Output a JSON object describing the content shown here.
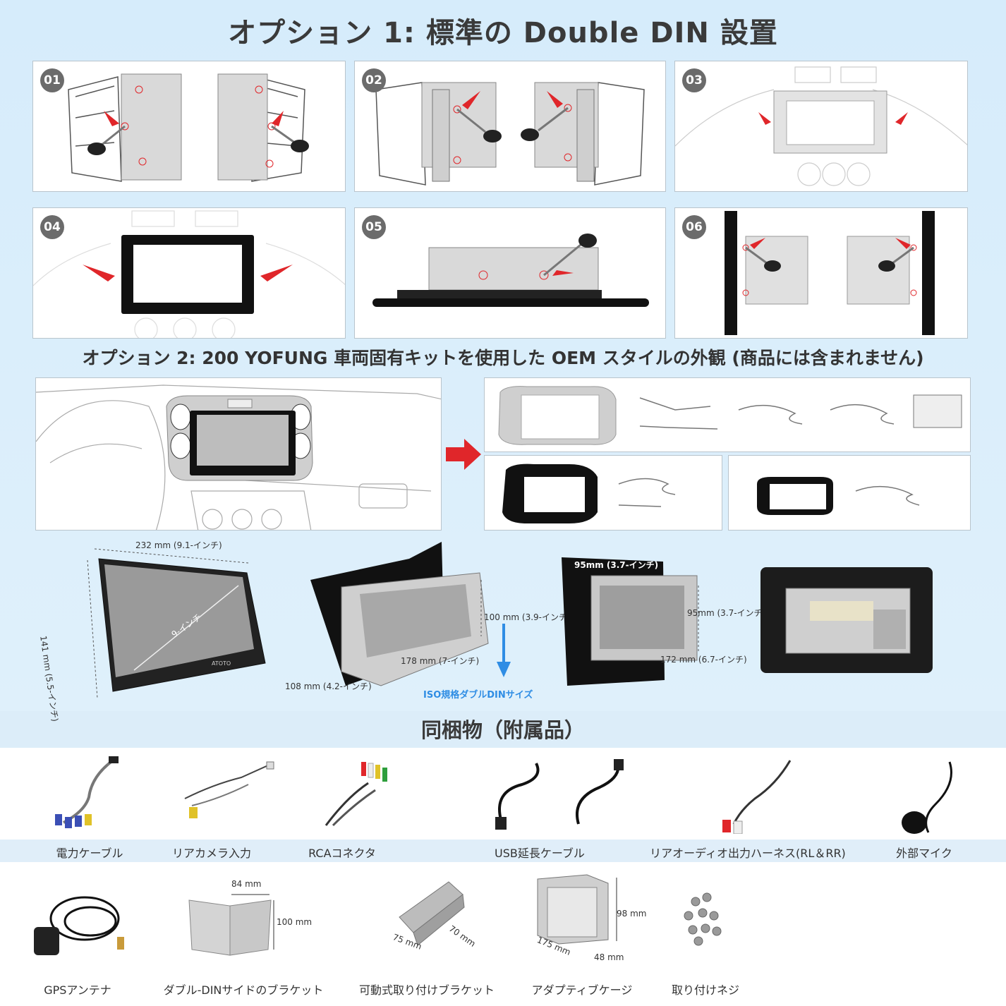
{
  "titles": {
    "option1": "オプション 1: 標準の Double DIN 設置",
    "option2": "オプション 2: 200 YOFUNG 車両固有キットを使用した OEM スタイルの外観 (商品には含まれません)",
    "included": "同梱物（附属品）"
  },
  "steps": [
    "01",
    "02",
    "03",
    "04",
    "05",
    "06"
  ],
  "dimensions": {
    "width": "232 mm (9.1-インチ)",
    "height": "141 mm (5.5-インチ)",
    "screen": "9-インチ",
    "depth_100": "100 mm (3.9-インチ)",
    "depth_178": "178 mm (7-インチ)",
    "depth_108": "108 mm (4.2-インチ)",
    "iso": "ISO規格ダブルDINサイズ",
    "side_95_top": "95mm (3.7-インチ)",
    "side_95_right": "95mm (3.7-インチ)",
    "side_172": "172 mm (6.7-インチ)"
  },
  "accessories_row1": [
    {
      "label": "電力ケーブル"
    },
    {
      "label": "リアカメラ入力"
    },
    {
      "label": "RCAコネクタ"
    },
    {
      "label": "USB延長ケーブル"
    },
    {
      "label": "リアオーディオ出力ハーネス(RL＆RR)"
    },
    {
      "label": "外部マイク"
    }
  ],
  "accessories_row2": [
    {
      "label": "GPSアンテナ"
    },
    {
      "label": "ダブル-DINサイドのブラケット"
    },
    {
      "label": "可動式取り付けブラケット"
    },
    {
      "label": "アダプティブケージ"
    },
    {
      "label": "取り付けネジ"
    }
  ],
  "bracket_dims": {
    "w84": "84 mm",
    "h100": "100 mm",
    "d75": "75 mm",
    "d70": "70 mm",
    "c98": "98 mm",
    "c175": "175 mm",
    "c48": "48 mm"
  },
  "screen_brand": "ATOTO",
  "colors": {
    "arrow": "#e0262a",
    "accent_blue": "#2f8de4",
    "step_badge": "#6b6b6b"
  }
}
